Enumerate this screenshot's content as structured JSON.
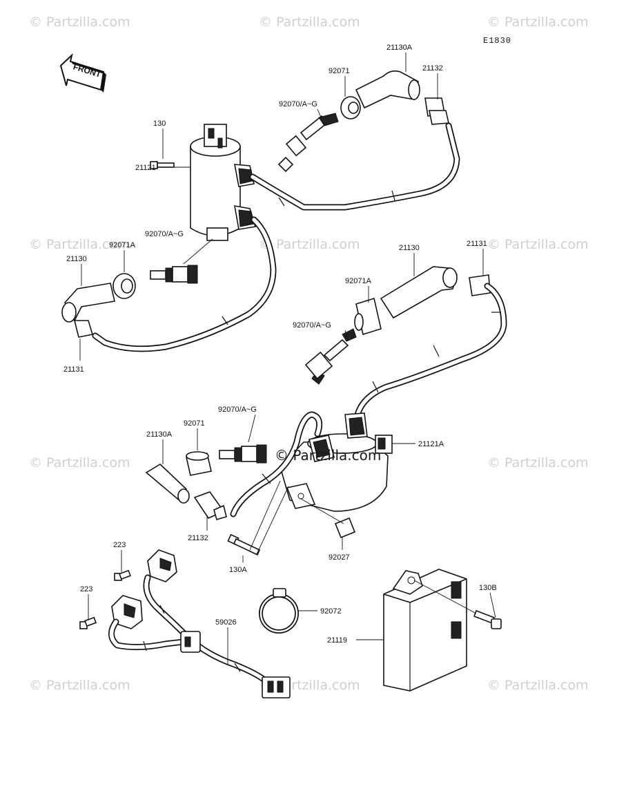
{
  "diagram": {
    "code": "E1830",
    "front_label": "FRONT",
    "watermark": "© Partzilla.com",
    "center_watermark": "© Partzilla.com"
  },
  "labels": {
    "l_21130A_top": "21130A",
    "l_21132_top": "21132",
    "l_92071_top": "92071",
    "l_92070_1": "92070/A~G",
    "l_130": "130",
    "l_21121": "21121",
    "l_92070_2": "92070/A~G",
    "l_92071A_left": "92071A",
    "l_21130_left": "21130",
    "l_21131_left": "21131",
    "l_21130_right": "21130",
    "l_21131_right": "21131",
    "l_92071A_right": "92071A",
    "l_92070_3": "92070/A~G",
    "l_92070_4": "92070/A~G",
    "l_21130A_low": "21130A",
    "l_92071_low": "92071",
    "l_21121A": "21121A",
    "l_21132_low": "21132",
    "l_92027": "92027",
    "l_130A": "130A",
    "l_223_a": "223",
    "l_223_b": "223",
    "l_92072": "92072",
    "l_59026": "59026",
    "l_130B": "130B",
    "l_21119": "21119"
  }
}
